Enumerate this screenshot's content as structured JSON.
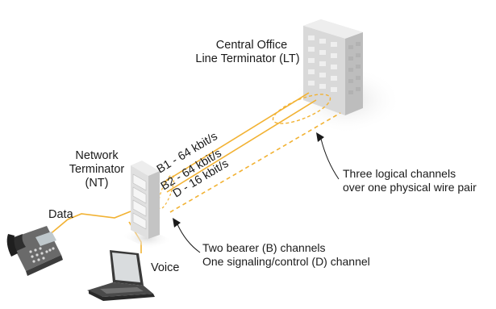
{
  "colors": {
    "bearer_line": "#f2b233",
    "signal_line": "#f2b233",
    "annotation_line": "#1a1a1a",
    "building": "#c9c9c9"
  },
  "labels": {
    "central_office_line1": "Central Office",
    "central_office_line2": "Line Terminator (LT)",
    "network_terminator_line1": "Network",
    "network_terminator_line2": "Terminator",
    "network_terminator_line3": "(NT)",
    "data": "Data",
    "voice": "Voice"
  },
  "channels": [
    {
      "name": "B1",
      "label": "B1 - 64 kbit/s",
      "style": "solid"
    },
    {
      "name": "B2",
      "label": "B2 - 64 kbit/s",
      "style": "solid"
    },
    {
      "name": "D",
      "label": "D - 16 kbit/s",
      "style": "dashed"
    }
  ],
  "callouts": {
    "wire_pair_line1": "Three logical channels",
    "wire_pair_line2": "over one physical wire pair",
    "channel_types_line1": "Two bearer (B) channels",
    "channel_types_line2": "One signaling/control (D) channel"
  },
  "icons": [
    "office-building-icon",
    "network-terminator-icon",
    "telephone-icon",
    "laptop-icon"
  ]
}
